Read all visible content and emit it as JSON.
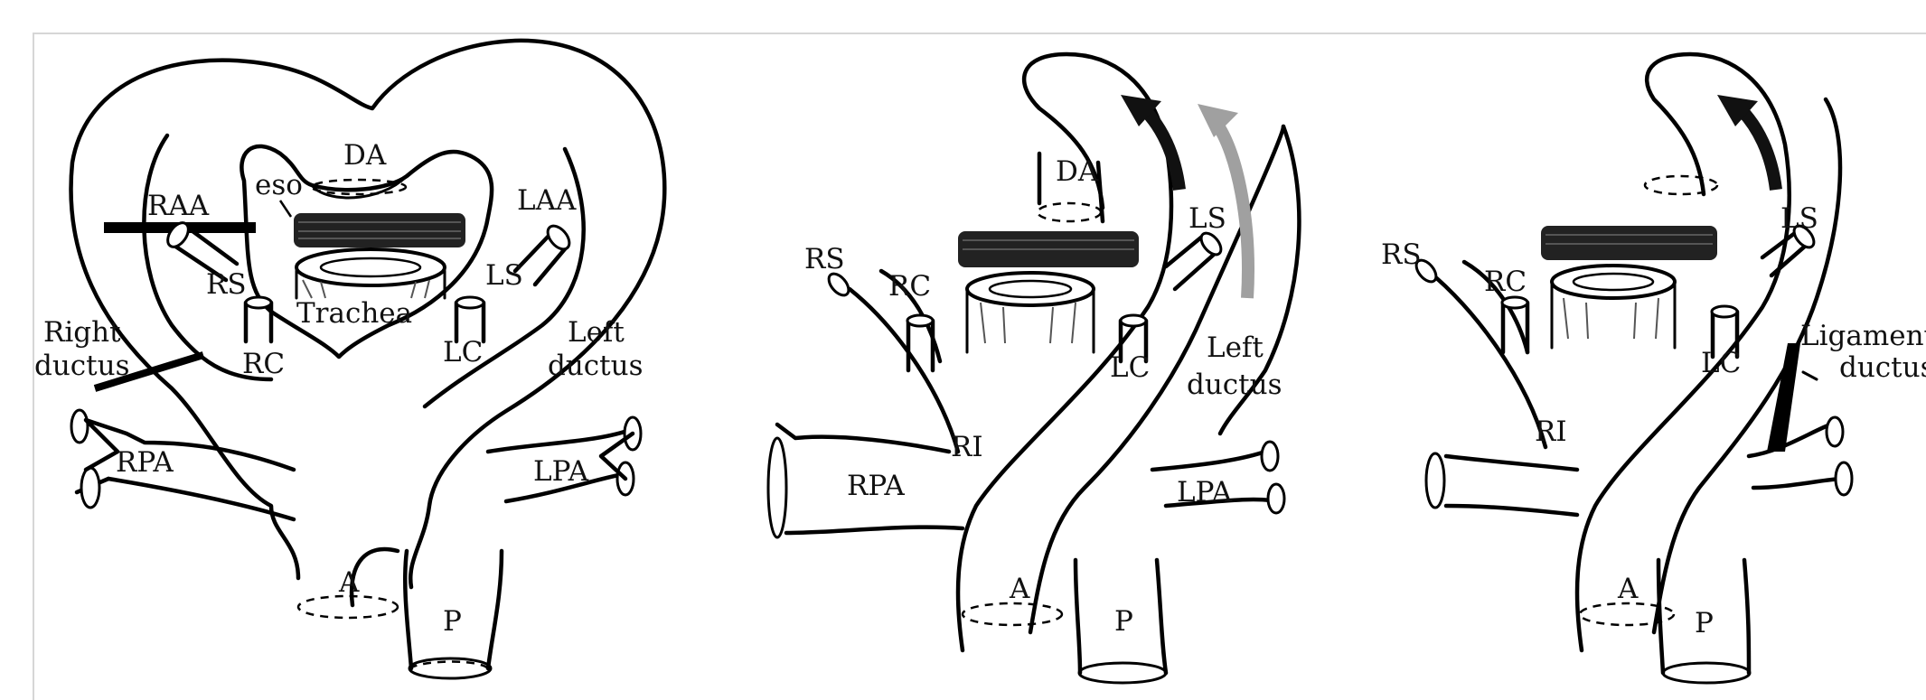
{
  "panels": [
    {
      "labels": {
        "da": "DA",
        "eso": "eso",
        "raa": "RAA",
        "laa": "LAA",
        "rs": "RS",
        "ls": "LS",
        "trachea": "Trachea",
        "rc": "RC",
        "lc": "LC",
        "right_ductus_1": "Right",
        "right_ductus_2": "ductus",
        "left_ductus_1": "Left",
        "left_ductus_2": "ductus",
        "rpa": "RPA",
        "lpa": "LPA",
        "a": "A",
        "p": "P"
      }
    },
    {
      "labels": {
        "da": "DA",
        "ls": "LS",
        "rs": "RS",
        "rc": "RC",
        "lc": "LC",
        "left_ductus_1": "Left",
        "left_ductus_2": "ductus",
        "ri": "RI",
        "rpa": "RPA",
        "lpa": "LPA",
        "a": "A",
        "p": "P"
      }
    },
    {
      "labels": {
        "ls": "LS",
        "rs": "RS",
        "rc": "RC",
        "lc": "LC",
        "ri": "RI",
        "ligament_1": "Ligament",
        "ligament_2": "ductus",
        "a": "A",
        "p": "P"
      }
    }
  ],
  "colors": {
    "ink": "#000000",
    "arrow_dark": "#111111",
    "arrow_grey": "#a0a0a0",
    "frame": "#d6d6d6"
  }
}
